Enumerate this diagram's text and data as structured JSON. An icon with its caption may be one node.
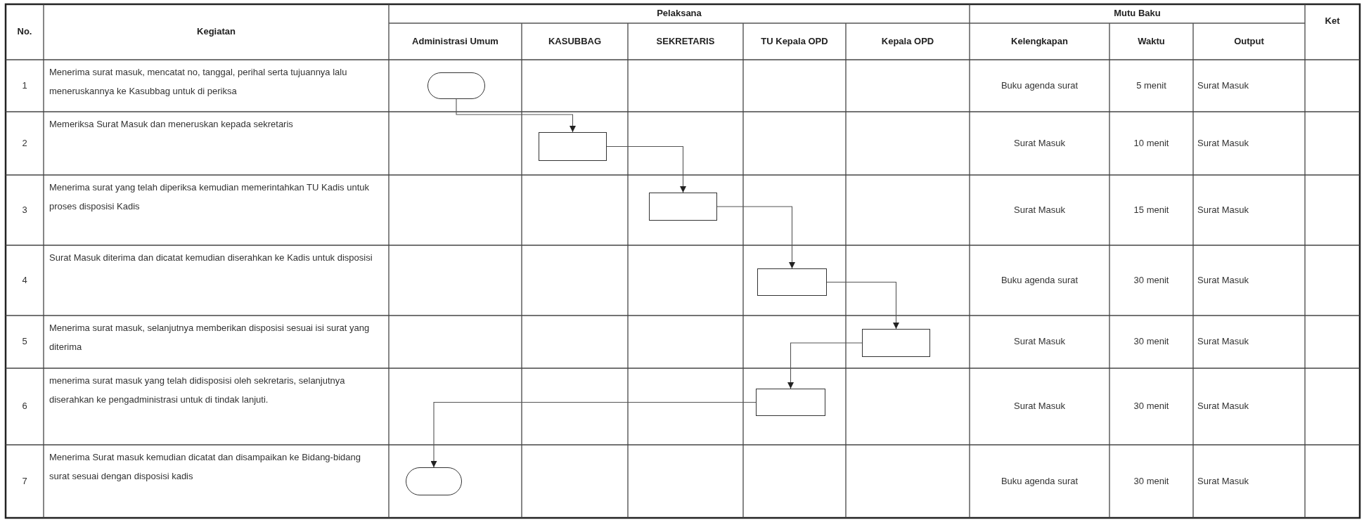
{
  "diagram": {
    "nodes": [
      {
        "text": [],
        "shape": "capsule"
      },
      {
        "text": [],
        "shape": "box"
      },
      {
        "text": [],
        "shape": "box"
      },
      {
        "text": [],
        "shape": "box"
      },
      {
        "text": [],
        "shape": "box"
      },
      {
        "text": [],
        "shape": "box"
      },
      {
        "text": [],
        "shape": "capsule"
      }
    ],
    "edges": [
      {
        "from": 0,
        "to": 1,
        "arrow": "to"
      },
      {
        "from": 1,
        "to": 2,
        "arrow": "to"
      },
      {
        "from": 2,
        "to": 3,
        "arrow": "to"
      },
      {
        "from": 3,
        "to": 4,
        "arrow": "to"
      },
      {
        "from": 4,
        "to": 5,
        "arrow": "to"
      },
      {
        "from": 5,
        "to": 6,
        "arrow": "to"
      }
    ],
    "labels": [
      "No.",
      "Kegiatan",
      "Pelaksana",
      "Mutu Baku",
      "Ket",
      "Administrasi Umum",
      "KASUBBAG",
      "SEKRETARIS",
      "TU Kepala OPD",
      "Kepala OPD",
      "Kelengkapan",
      "Waktu",
      "Output",
      "1",
      "Menerima surat masuk, mencatat no, tanggal, perihal serta tujuannya lalu meneruskannya ke Kasubbag untuk di periksa",
      "Buku agenda surat",
      "5 menit",
      "Surat Masuk",
      "2",
      "Memeriksa Surat Masuk dan meneruskan kepada sekretaris",
      "Surat Masuk",
      "10 menit",
      "Surat Masuk",
      "3",
      "Menerima surat yang telah diperiksa kemudian memerintahkan TU Kadis untuk proses disposisi Kadis",
      "Surat Masuk",
      "15 menit",
      "Surat Masuk",
      "4",
      "Surat Masuk diterima dan dicatat kemudian diserahkan ke Kadis untuk disposisi",
      "Buku agenda surat",
      "30 menit",
      "Surat Masuk",
      "5",
      "Menerima surat masuk, selanjutnya memberikan disposisi sesuai isi surat yang diterima",
      "Surat Masuk",
      "30 menit",
      "Surat Masuk",
      "6",
      "menerima surat masuk yang telah didisposisi oleh sekretaris, selanjutnya diserahkan ke pengadministrasi untuk di tindak lanjuti.",
      "Surat Masuk",
      "30 menit",
      "Surat Masuk",
      "7",
      "Menerima Surat masuk kemudian dicatat dan disampaikan ke Bidang-bidang surat sesuai dengan disposisi kadis",
      "Buku agenda surat",
      "30 menit",
      "Surat Masuk"
    ]
  }
}
